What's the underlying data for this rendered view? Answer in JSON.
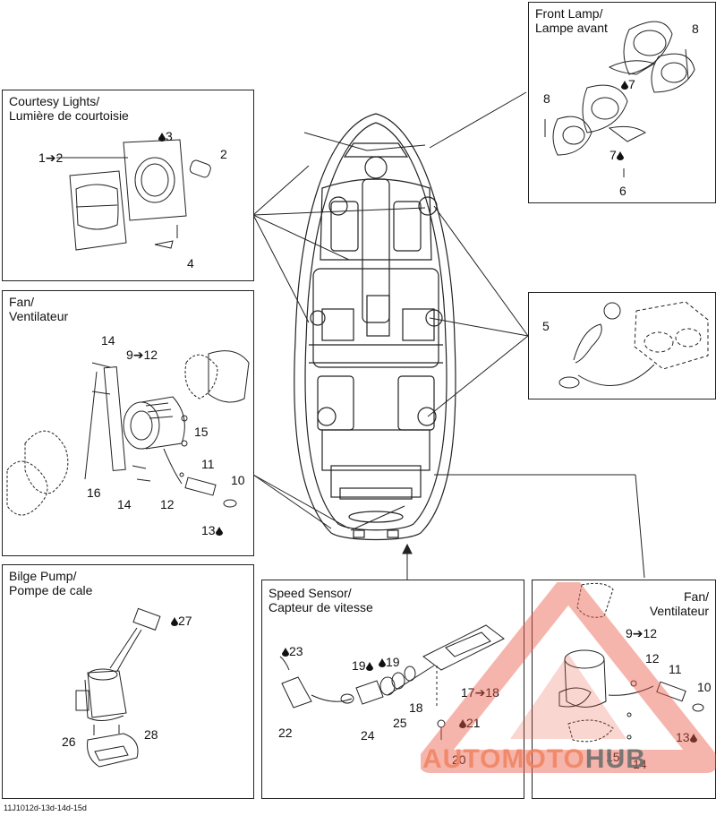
{
  "panels": {
    "front_lamp": {
      "title": "Front Lamp/\nLampe avant",
      "labels": {
        "p8a": "8",
        "p7a": "7",
        "p8b": "8",
        "p7b": "7",
        "p6": "6"
      }
    },
    "courtesy": {
      "title": "Courtesy Lights/\nLumière de courtoisie",
      "labels": {
        "p1to2": "1➔2",
        "p3": "3",
        "p2": "2",
        "p4": "4"
      }
    },
    "fan_left": {
      "title": "Fan/\nVentilateur",
      "labels": {
        "p14a": "14",
        "p9to12": "9➔12",
        "p15": "15",
        "p11": "11",
        "p10": "10",
        "p16": "16",
        "p14b": "14",
        "p12": "12",
        "p13": "13"
      }
    },
    "connector": {
      "labels": {
        "p5": "5"
      }
    },
    "bilge": {
      "title": "Bilge Pump/\nPompe de cale",
      "labels": {
        "p27": "27",
        "p26": "26",
        "p28": "28"
      }
    },
    "speed": {
      "title": "Speed Sensor/\nCapteur de vitesse",
      "labels": {
        "p23": "23",
        "p19a": "19",
        "p19b": "19",
        "p17to18": "17➔18",
        "p22": "22",
        "p24": "24",
        "p25": "25",
        "p18": "18",
        "p21": "21",
        "p20": "20"
      }
    },
    "fan_right": {
      "title": "Fan/\nVentilateur",
      "labels": {
        "p9to12": "9➔12",
        "p12": "12",
        "p11": "11",
        "p10": "10",
        "p13": "13",
        "p15": "15",
        "p14": "14"
      }
    }
  },
  "footer": "11J1012d-13d-14d-15d",
  "watermark": {
    "part1": "AUTOMOTO",
    "part2": "HUB"
  },
  "icons": {
    "drop": "oil-drop-icon",
    "arrow": "right-arrow-glyph"
  }
}
